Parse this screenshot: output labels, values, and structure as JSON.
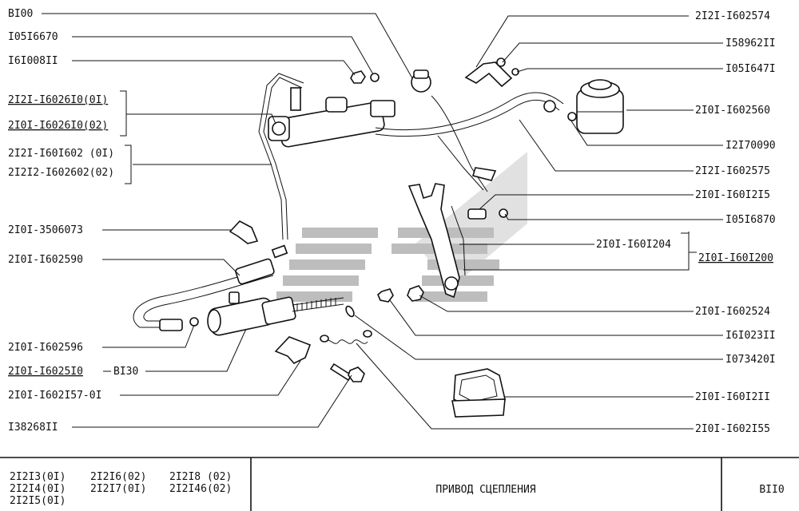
{
  "labels_left": [
    "BI00",
    "I05I6670",
    "I6I008II",
    "2I2I-I6026I0(0I)",
    "2I0I-I6026I0(02)",
    "2I2I-I60I602 (0I)",
    "2I2I2-I602602(02)",
    "2I0I-3506073",
    "2I0I-I602590",
    "2I0I-I602596",
    "2I0I-I6025I0",
    "BI30",
    "2I0I-I602I57-0I",
    "I38268II"
  ],
  "labels_right": [
    "2I2I-I602574",
    "I58962II",
    "I05I647I",
    "2I0I-I602560",
    "I2I70090",
    "2I2I-I602575",
    "2I0I-I60I2I5",
    "I05I6870",
    "2I0I-I60I204",
    "2I0I-I60I200",
    "2I0I-I602524",
    "I6I023II",
    "I073420I",
    "2I0I-I60I2II",
    "2I0I-I602I55"
  ],
  "footer": {
    "models": [
      [
        "2I2I3(0I)",
        "2I2I6(02)",
        "2I2I8 (02)"
      ],
      [
        "2I2I4(0I)",
        "2I2I7(0I)",
        "2I2I46(02)"
      ],
      [
        "2I2I5(0I)"
      ]
    ],
    "title": "ПРИВОД СЦЕПЛЕНИЯ",
    "code": "BII0"
  }
}
